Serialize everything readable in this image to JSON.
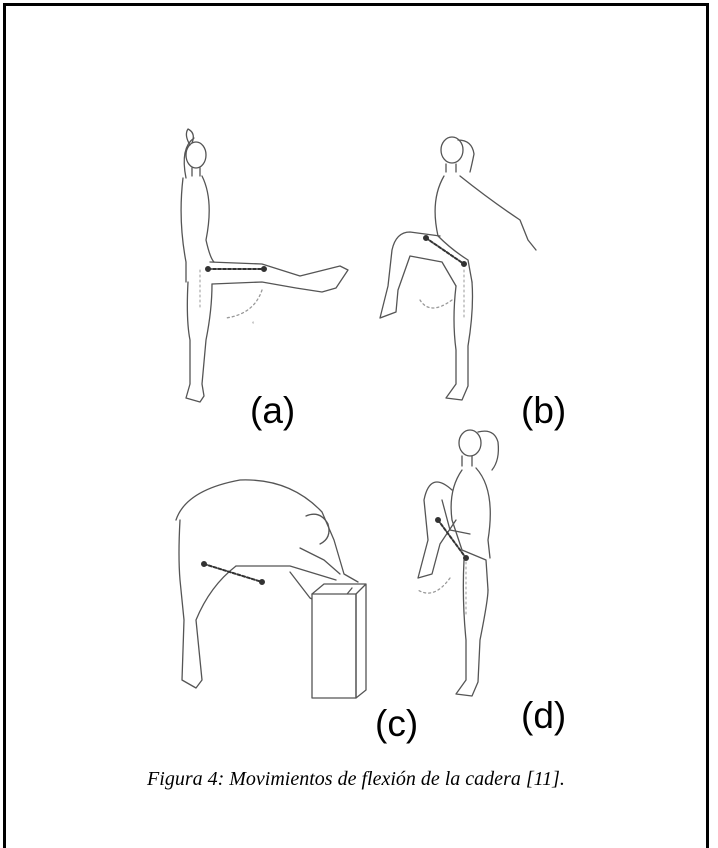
{
  "panel_labels": {
    "a": "(a)",
    "b": "(b)",
    "c": "(c)",
    "d": "(d)"
  },
  "caption": "Figura 4: Movimientos de flexión de la cadera [11].",
  "colors": {
    "line": "#555555",
    "measure": "#333333",
    "arc": "#999999"
  }
}
